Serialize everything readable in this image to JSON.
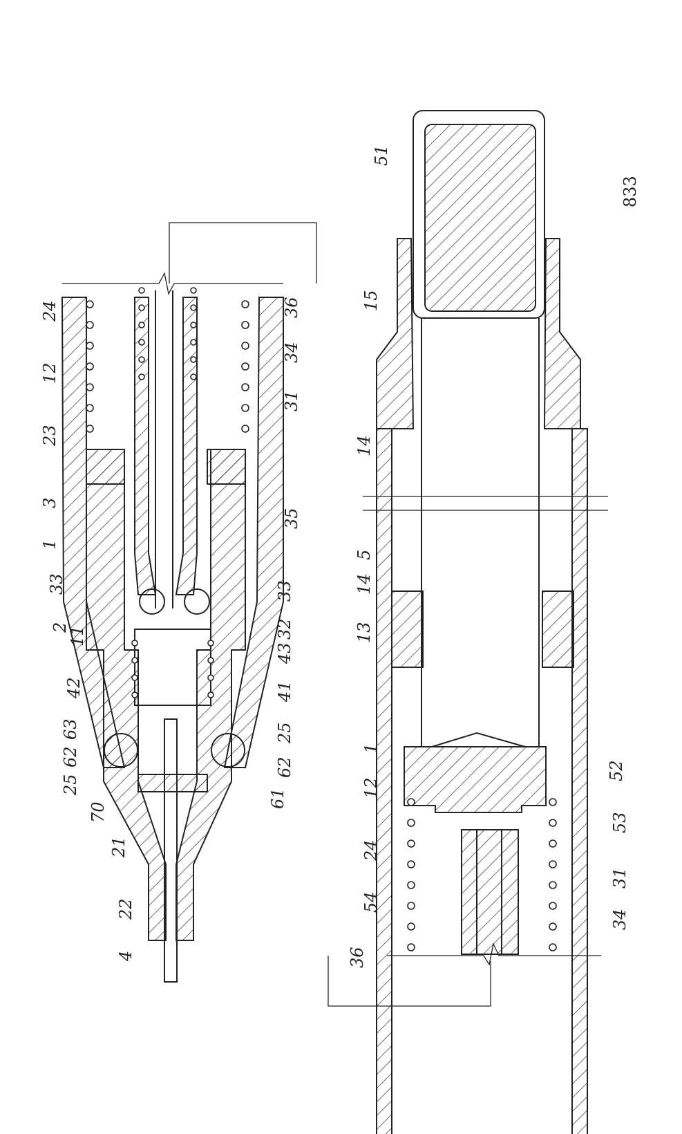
{
  "page_number": "833",
  "left_view": {
    "labels": [
      "24",
      "12",
      "23",
      "3",
      "1",
      "33",
      "2",
      "11",
      "42",
      "63",
      "62",
      "25",
      "70",
      "21",
      "22",
      "4",
      "36",
      "34",
      "31",
      "35",
      "33",
      "32",
      "43",
      "41",
      "25",
      "62",
      "61"
    ]
  },
  "right_view": {
    "labels": [
      "51",
      "15",
      "14",
      "5",
      "14",
      "13",
      "1",
      "12",
      "24",
      "54",
      "36",
      "52",
      "53",
      "31",
      "34"
    ]
  }
}
